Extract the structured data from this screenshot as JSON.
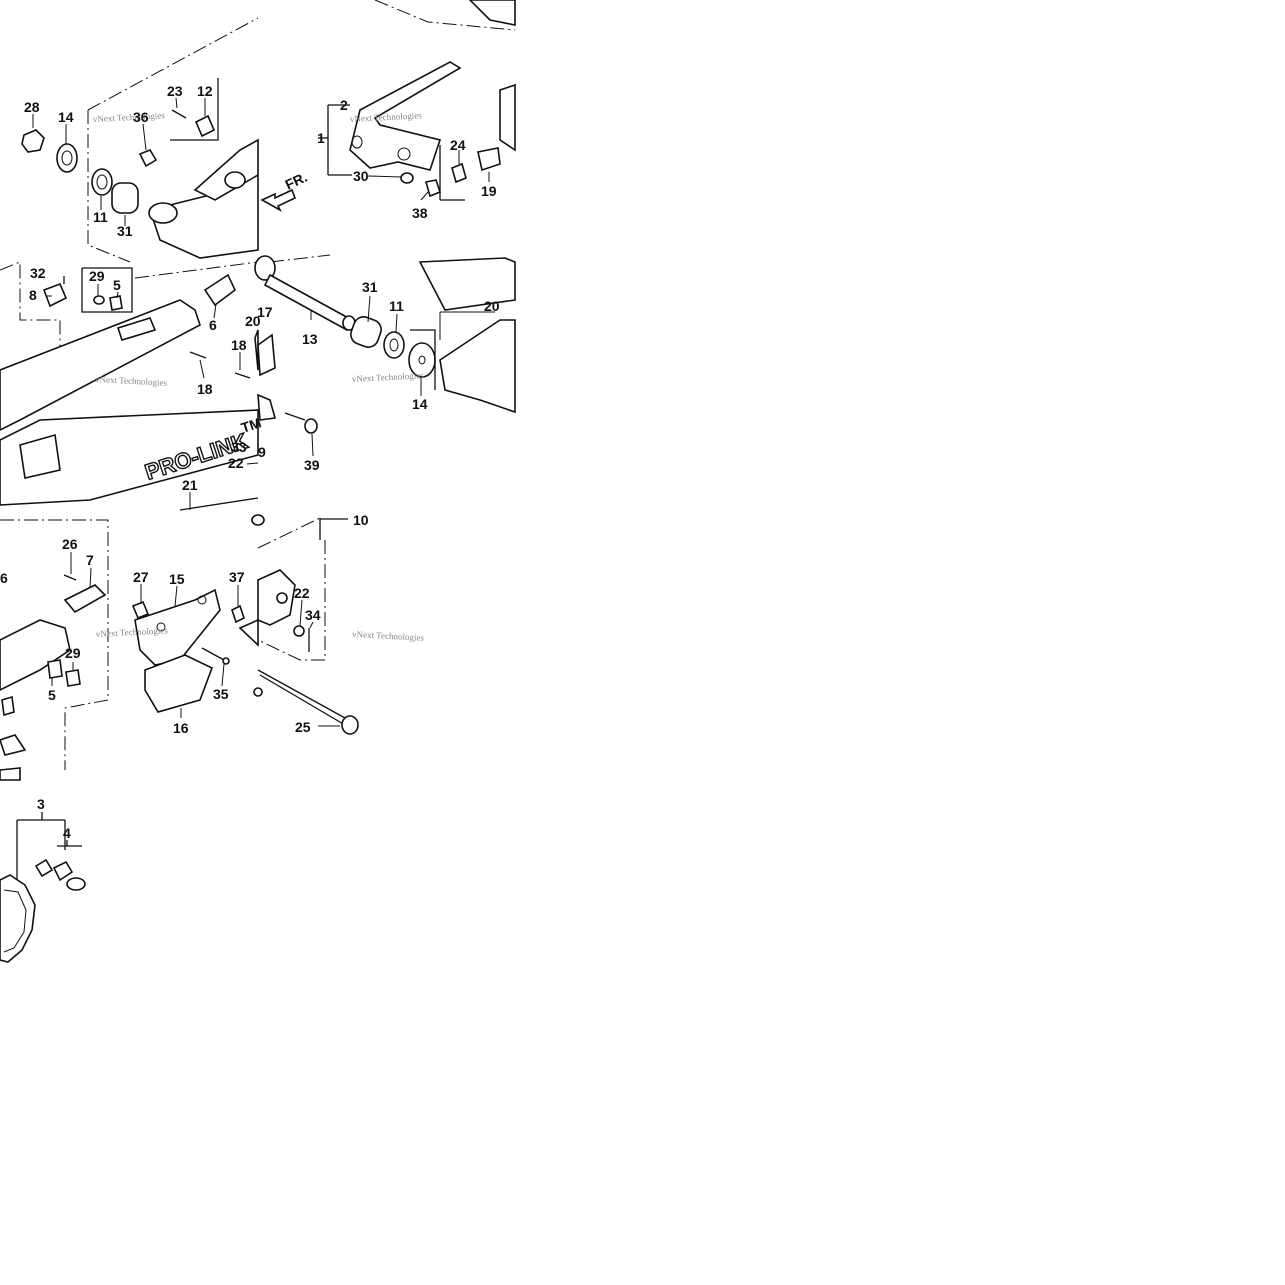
{
  "diagram": {
    "part_labels": [
      "1",
      "2",
      "3",
      "4",
      "5",
      "5",
      "6",
      "6",
      "7",
      "8",
      "9",
      "10",
      "11",
      "11",
      "12",
      "13",
      "14",
      "14",
      "15",
      "16",
      "17",
      "18",
      "18",
      "19",
      "20",
      "20",
      "21",
      "22",
      "22",
      "23",
      "24",
      "25",
      "26",
      "27",
      "28",
      "29",
      "29",
      "30",
      "31",
      "31",
      "32",
      "33",
      "34",
      "35",
      "36",
      "37",
      "38",
      "39"
    ],
    "direction_arrow": "FR.",
    "brand_text": "PRO-LINK",
    "brand_mark": "TM",
    "watermark": "vNext Technologies"
  }
}
